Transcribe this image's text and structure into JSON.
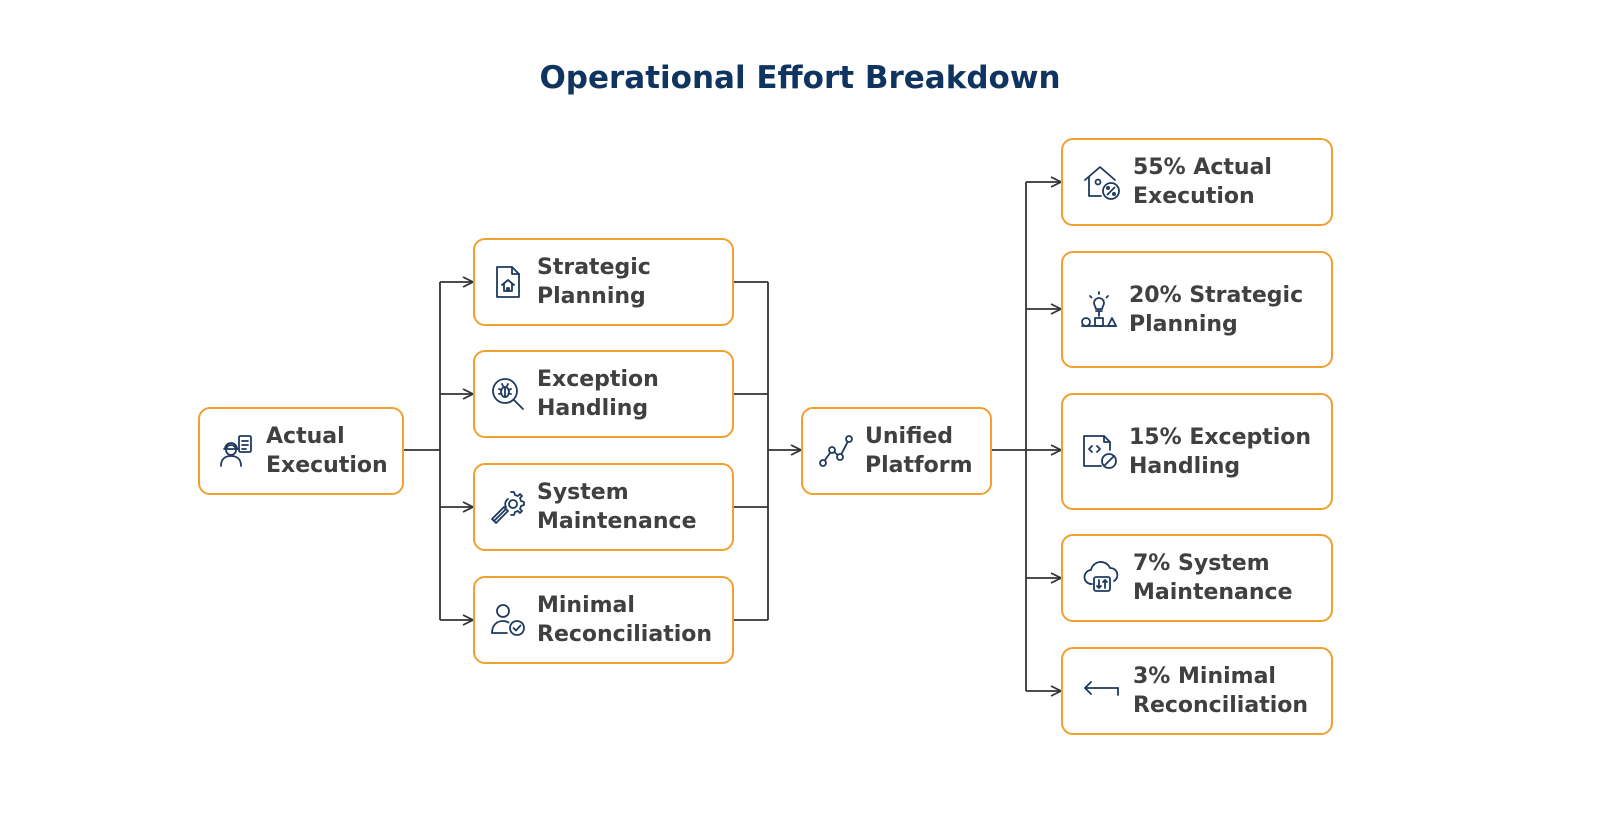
{
  "title": "Operational Effort Breakdown",
  "colors": {
    "title": "#0f3460",
    "border": "#f0a030",
    "text": "#404040",
    "icon": "#1e3a5f",
    "connector": "#333333"
  },
  "source": {
    "label": "Actual\nExecution",
    "icon": "worker-checklist-icon"
  },
  "components": [
    {
      "label": "Strategic\nPlanning",
      "icon": "document-house-icon"
    },
    {
      "label": "Exception\nHandling",
      "icon": "bug-search-icon"
    },
    {
      "label": "System\nMaintenance",
      "icon": "wrench-gear-icon"
    },
    {
      "label": "Minimal\nReconciliation",
      "icon": "user-check-icon"
    }
  ],
  "hub": {
    "label": "Unified\nPlatform",
    "icon": "line-graph-icon"
  },
  "results": [
    {
      "label": "55% Actual\nExecution",
      "icon": "house-percent-icon"
    },
    {
      "label": "20% Strategic\nPlanning",
      "icon": "idea-shapes-icon"
    },
    {
      "label": "15% Exception\nHandling",
      "icon": "code-block-icon"
    },
    {
      "label": "7% System\nMaintenance",
      "icon": "cloud-transfer-icon"
    },
    {
      "label": "3% Minimal\nReconciliation",
      "icon": "arrow-return-icon"
    }
  ]
}
